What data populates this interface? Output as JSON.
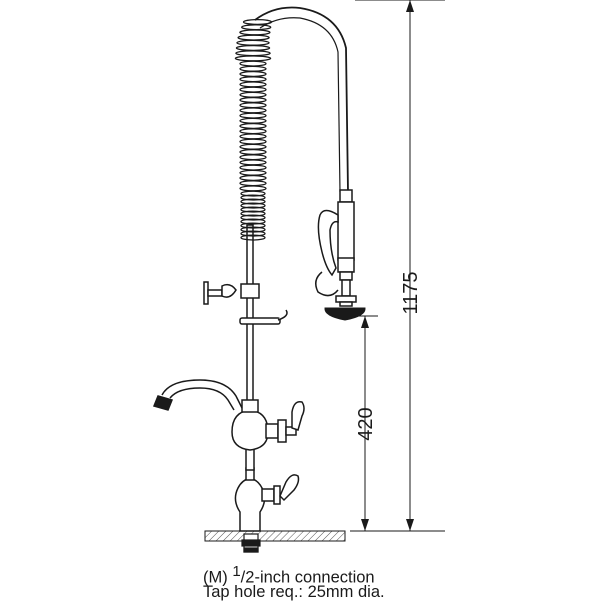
{
  "dimensions": {
    "total_height": "1175",
    "spout_height": "420"
  },
  "caption": {
    "connection_prefix": "(M) ",
    "connection_fraction_num": "1",
    "connection_fraction_sep": "/",
    "connection_fraction_den": "2",
    "connection_suffix": "-inch connection",
    "tap_hole": "Tap hole req.: 25mm dia."
  },
  "colors": {
    "line": "#1a1a1a",
    "hatch": "#444444"
  }
}
